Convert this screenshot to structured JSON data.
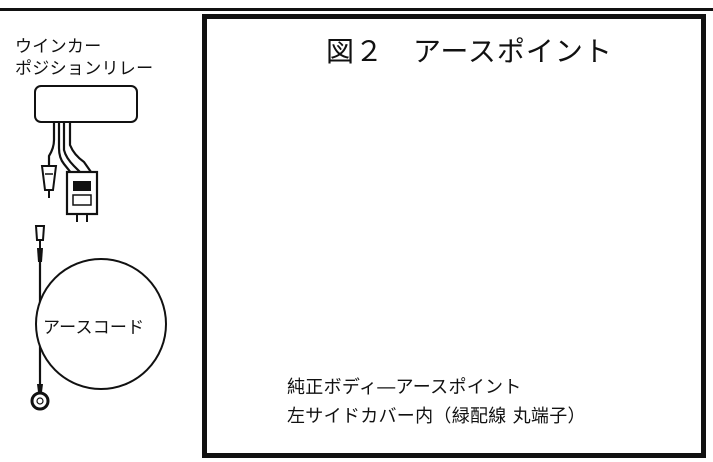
{
  "left_diagram": {
    "relay_label_line1": "ウインカー",
    "relay_label_line2": "ポジションリレー",
    "earth_cord_label": "アースコード"
  },
  "figure": {
    "title": "図２　アースポイント",
    "caption_line1": "純正ボディ―アースポイント",
    "caption_line2": "左サイドカバー内（緑配線 丸端子）"
  }
}
